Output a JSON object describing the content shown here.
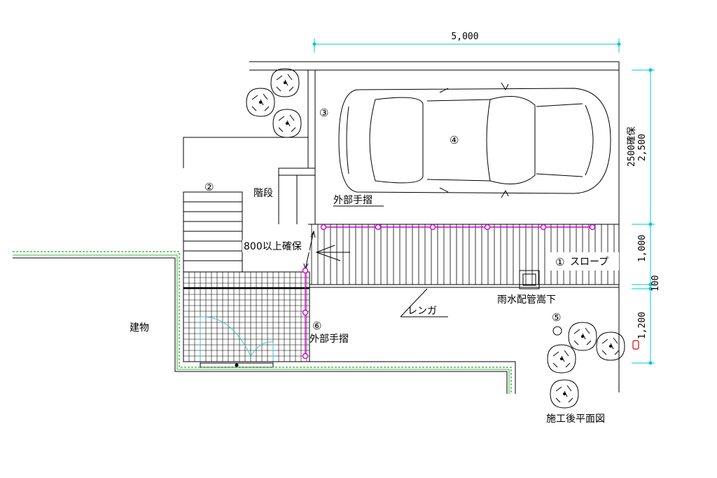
{
  "dimensions": {
    "width_top": "5,000",
    "secured_2500": "2500確保",
    "depth_parking": "2,500",
    "depth_slope": "1,000",
    "gap_100": "100",
    "depth_brick": "1,200"
  },
  "markers": {
    "m1": "①",
    "m2": "②",
    "m3": "③",
    "m4": "④",
    "m5": "⑤",
    "m6": "⑥"
  },
  "labels": {
    "stairs": "階段",
    "clearance": "800以上確保",
    "handrail_upper": "外部手摺",
    "handrail_lower": "外部手摺",
    "slope": "スロープ",
    "brick": "レンガ",
    "rain_pipe": "雨水配管嵩下",
    "building": "建物",
    "title": "施工後平面図"
  },
  "colors": {
    "dimension": "#00c8d8",
    "handrail": "#d400d4",
    "drain": "#00a000",
    "door": "#3cc8c8",
    "marker_red": "#e00000"
  }
}
